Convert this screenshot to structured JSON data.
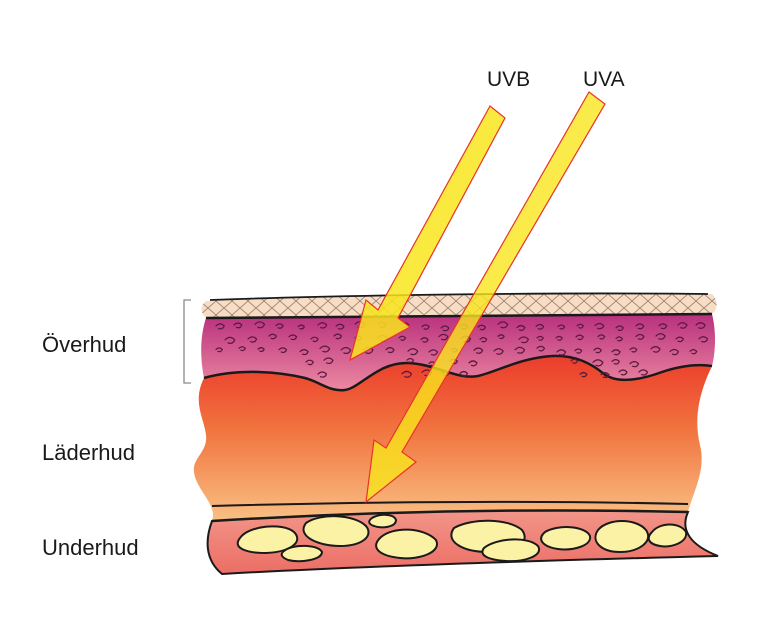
{
  "layers": {
    "epidermis": "Överhud",
    "dermis": "Läderhud",
    "subcutis": "Underhud"
  },
  "rays": {
    "uvb": "UVB",
    "uva": "UVA"
  },
  "colors": {
    "ray_fill": "#f9e51d",
    "ray_edge": "#e8332a",
    "stratum_corneum": "#f8dcc4",
    "epidermis_top": "#b8307e",
    "epidermis_bottom": "#e8819a",
    "dermis_top": "#ec4a2f",
    "dermis_bottom": "#f8b37c",
    "subcutis": "#f18a7c",
    "fat_cells": "#fbf2a6"
  }
}
